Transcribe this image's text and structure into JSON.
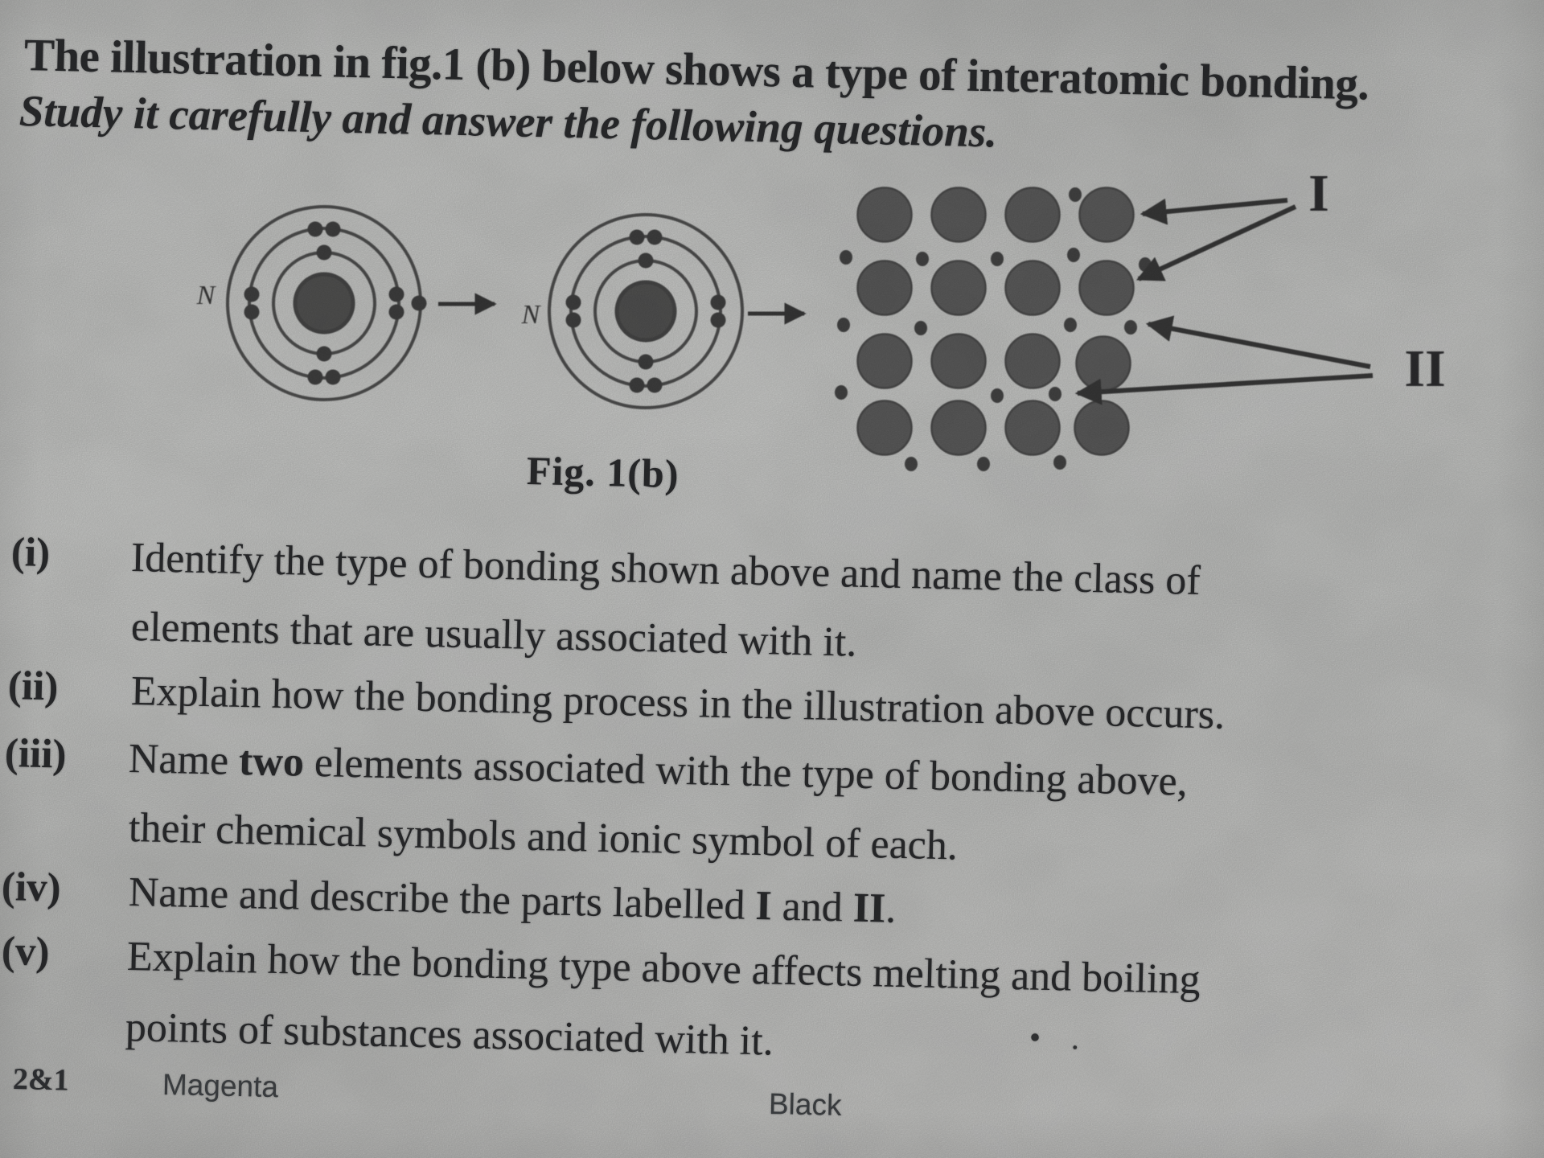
{
  "header": {
    "line1": "The illustration in fig.1 (b) below shows a type of interatomic bonding.",
    "line2": "Study it carefully and answer the following questions."
  },
  "figure": {
    "caption": "Fig. 1(b)",
    "atom_before_label": "N",
    "atom_after_label": "N",
    "part_one_label": "I",
    "part_two_label": "II",
    "ink_color": "#3b3b3b",
    "ring_color": "#474747",
    "nucleus_fill": "#565655",
    "ion_fill": "#606060",
    "electron_fill": "#434343"
  },
  "questions": [
    {
      "num": "(i)",
      "line1": "Identify the type of bonding shown above and name the class of",
      "line2": "elements that are usually associated with it."
    },
    {
      "num": "(ii)",
      "line1": "Explain how the bonding process in the illustration above occurs."
    },
    {
      "num": "(iii)",
      "line1_pre": "Name ",
      "line1_bold": "two",
      "line1_post": " elements associated with the type of bonding above,",
      "line2": "their chemical symbols and ionic symbol of each."
    },
    {
      "num": "(iv)",
      "line1_pre": "Name and describe the parts labelled ",
      "line1_bold1": "I",
      "line1_mid": " and ",
      "line1_bold2": "II",
      "line1_post": "."
    },
    {
      "num": "(v)",
      "line1": "Explain how the bonding type above affects melting and boiling",
      "line2": "points of substances associated with it."
    }
  ],
  "stray_marks": {
    "dots": "• ."
  },
  "footer": {
    "plate_text": "2&1",
    "magenta_label": "Magenta",
    "black_label": "Black"
  }
}
